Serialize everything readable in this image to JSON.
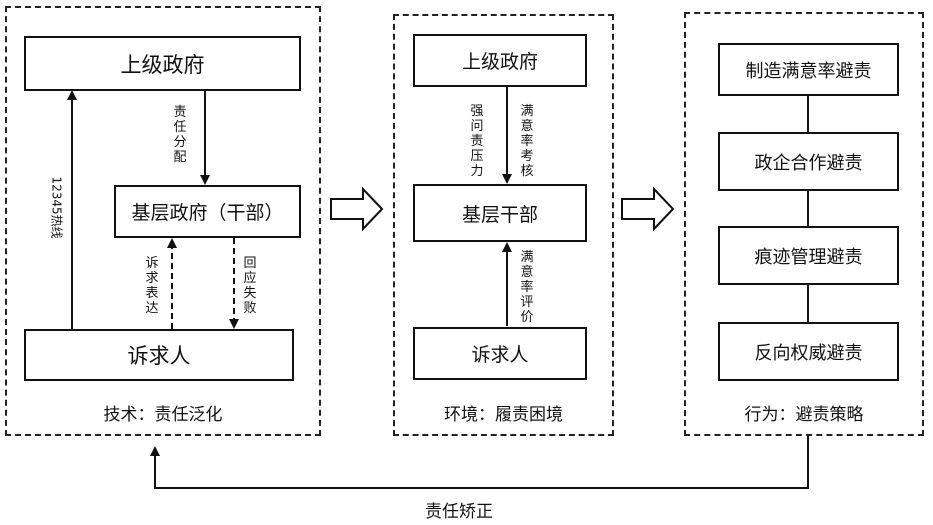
{
  "panel_left": {
    "top_box": "上级政府",
    "mid_box": "基层政府（干部）",
    "bottom_box": "诉求人",
    "label_assign": "责任分配",
    "label_hotline": "12345热线",
    "label_express": "诉求表达",
    "label_fail": "回应失败",
    "caption": "技术：责任泛化"
  },
  "panel_middle": {
    "top_box": "上级政府",
    "mid_box": "基层干部",
    "bottom_box": "诉求人",
    "label_pressure": "强问责压力",
    "label_assess": "满意率考核",
    "label_evaluate": "满意率评价",
    "caption": "环境：履责困境"
  },
  "panel_right": {
    "items": [
      "制造满意率避责",
      "政企合作避责",
      "痕迹管理避责",
      "反向权威避责"
    ],
    "caption": "行为：避责策略"
  },
  "feedback_label": "责任矫正"
}
